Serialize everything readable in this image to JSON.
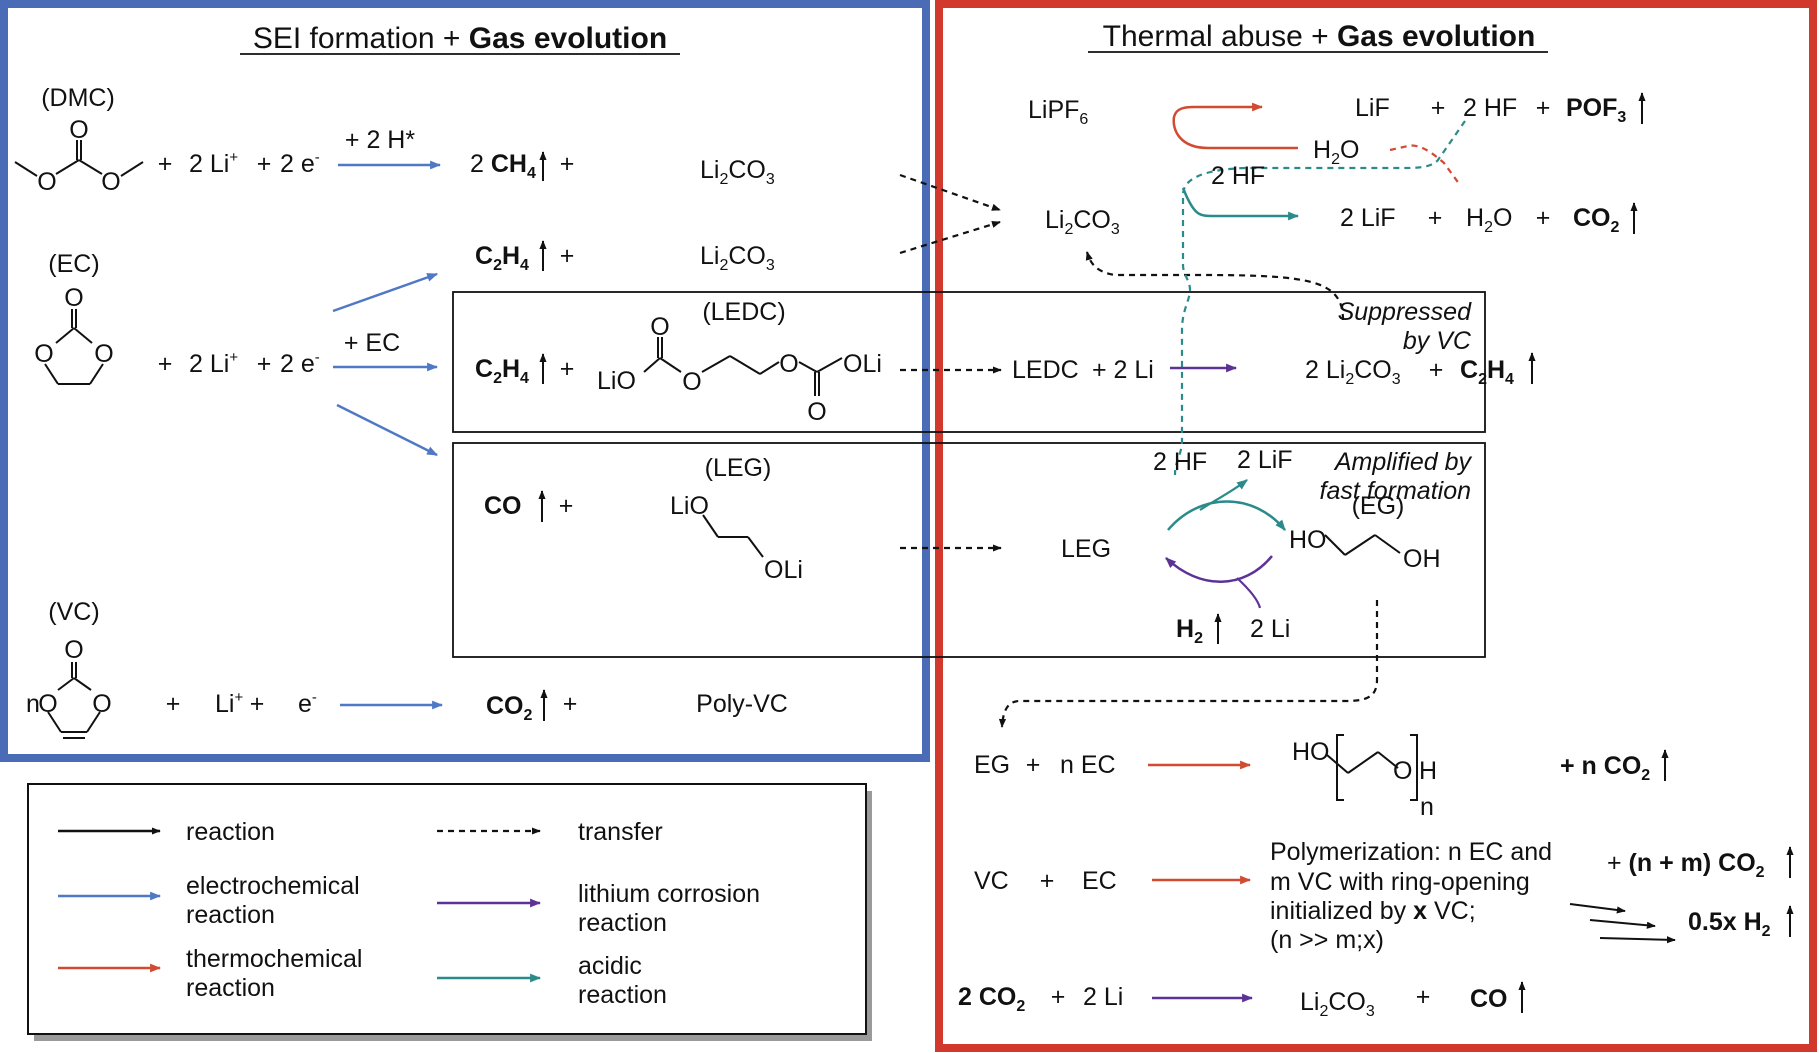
{
  "left_panel": {
    "title_plain": "SEI formation + ",
    "title_bold": "Gas evolution"
  },
  "right_panel": {
    "title_plain": "Thermal abuse + ",
    "title_bold": "Gas evolution"
  },
  "molecules": {
    "dmc": "(DMC)",
    "ec": "(EC)",
    "vc": "(VC)",
    "ledc": "(LEDC)",
    "leg": "(LEG)",
    "eg": "(EG)"
  },
  "reactants": {
    "plus": "+",
    "li2": "2 Li",
    "e2": "2 e",
    "li1": "Li",
    "e1": "e",
    "n": "n"
  },
  "conditions": {
    "h_star": "+ 2 H*",
    "plus_ec": "+ EC"
  },
  "products": {
    "ch4_coef": "2",
    "ch4": "CH",
    "ch4_sub": "4",
    "c2h4": "C",
    "c2h4_sub1": "2",
    "c2h4_h": "H",
    "c2h4_sub2": "4",
    "li2co3": "Li",
    "li2co3_sub1": "2",
    "li2co3_co": "CO",
    "li2co3_sub2": "3",
    "co": "CO",
    "co2": "CO",
    "co2_sub": "2",
    "poly_vc": "Poly-VC"
  },
  "struct_labels": {
    "lio": "LiO",
    "oli": "OLi",
    "ho": "HO",
    "oh": "OH",
    "o": "O",
    "h": "H",
    "sub_n": "n"
  },
  "right_reactions": {
    "lipf6": "LiPF",
    "lipf6_sub": "6",
    "lif": "LiF",
    "two_hf": "2 HF",
    "pof3": "POF",
    "pof3_sub": "3",
    "h2o": "H",
    "h2o_sub": "2",
    "h2o_o": "O",
    "two_lif": "2 LiF",
    "ledc": "LEDC",
    "plus_2li": "+ 2 Li",
    "two": "2",
    "leg": "LEG",
    "eg": "EG",
    "n_ec": "n EC",
    "plus_n_co2": "+ n CO",
    "vc": "VC",
    "ec": "EC",
    "poly_line1": "Polymerization: n EC and",
    "poly_line2": "m VC with ring-opening",
    "poly_line3_a": "initialized by ",
    "poly_line3_b": "x",
    "poly_line3_c": " VC;",
    "poly_line4": "(n >> m;x)",
    "nm_co2_a": "+ ",
    "nm_co2_b": "(n + m) CO",
    "half_h2": "0.5x H",
    "two_co2": "2 CO",
    "two_li": "2 Li"
  },
  "notes": {
    "suppressed_1": "Suppressed",
    "suppressed_2": "by VC",
    "amplified_1": "Amplified by",
    "amplified_2": "fast formation"
  },
  "legend": {
    "reaction": "reaction",
    "transfer": "transfer",
    "electrochemical_1": "electrochemical",
    "electrochemical_2": "reaction",
    "lithium_1": "lithium corrosion",
    "lithium_2": "reaction",
    "thermo_1": "thermochemical",
    "thermo_2": "reaction",
    "acidic_1": "acidic",
    "acidic_2": "reaction"
  },
  "colors": {
    "blue_panel": "#4a6cb7",
    "red_panel": "#d0392b",
    "electrochemical": "#4f79c6",
    "thermochemical": "#d14a32",
    "lithium": "#5c3296",
    "acidic": "#2b8a8a",
    "black": "#111111"
  }
}
